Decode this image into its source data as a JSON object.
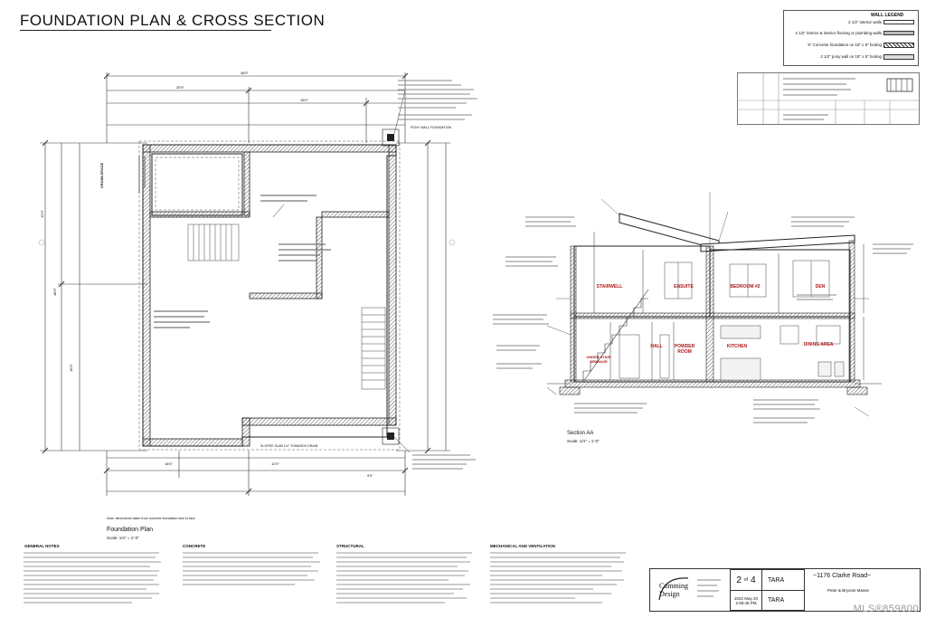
{
  "sheet": {
    "title": "FOUNDATION PLAN & CROSS SECTION"
  },
  "wall_legend": {
    "title": "WALL LEGEND",
    "rows": [
      "2 1/2\" interior walls",
      "2 1/2\" interior & interior flooring or plumbing walls",
      "8\" Concrete foundation on 18\" x 8\" footing",
      "2 1/2\" pony wall on 18\" x 8\" footing"
    ]
  },
  "foundation_plan": {
    "label": "Foundation Plan",
    "scale": "Scale: 1/4\" = 1'-0\"",
    "dims_top": [
      "48'0\"",
      "30'0\"",
      "18'0\""
    ],
    "dims_left": [
      "12'0\"",
      "48'0\"",
      "16'0\""
    ],
    "dims_bottom": [
      "18'0\"",
      "12'0\"",
      "9'0\""
    ],
    "note_crawl": "CRAWLSPACE",
    "note_slab": "SLOPED SLAB 1/4\" TOWARDS DRAIN",
    "note_pony": "PONY WALL FOUNDATION",
    "note_bottom": "Note: dimensions taken from concrete foundation face to face"
  },
  "cross_section": {
    "label": "Section AA",
    "scale": "Scale: 1/4\" = 1'-0\"",
    "rooms": {
      "stairwell": "STAIRWELL",
      "ensuite": "ENSUITE",
      "bedroom": "BEDROOM #2",
      "den": "DEN",
      "hall": "HALL",
      "powder": "POWDER ROOM",
      "kitchen": "KITCHEN",
      "dining": "DINING AREA",
      "under_stair": "UNDER STAIR STORAGE"
    }
  },
  "notes": {
    "general": "GENERAL NOTES",
    "concrete": "CONCRETE",
    "structural": "STRUCTURAL",
    "mechanical": "MECHANICAL AND VENTILATION"
  },
  "title_block": {
    "company": "Cumming Design",
    "page_prefix": "2",
    "page_of": "of",
    "page_total": "4",
    "drawn_by": "TARA",
    "checked_by": "TARA",
    "date": "2022 May 20",
    "time": "2:59:46 PM",
    "project": "~1176 Clarke Road~",
    "client": "Peter & Bryonie Masse"
  },
  "watermark": "MLS®859800"
}
